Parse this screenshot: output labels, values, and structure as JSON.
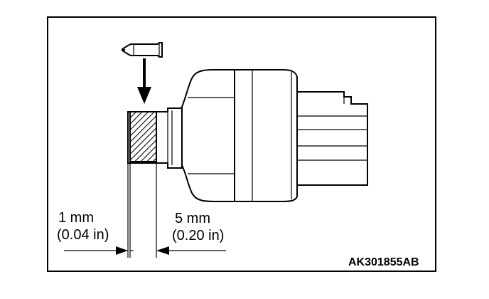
{
  "figure": {
    "code": "AK301855AB",
    "dimension_left": {
      "metric": "1 mm",
      "imperial": "(0.04 in)"
    },
    "dimension_right": {
      "metric": "5 mm",
      "imperial": "(0.20 in)"
    },
    "colors": {
      "line": "#000000",
      "background": "#ffffff"
    }
  }
}
